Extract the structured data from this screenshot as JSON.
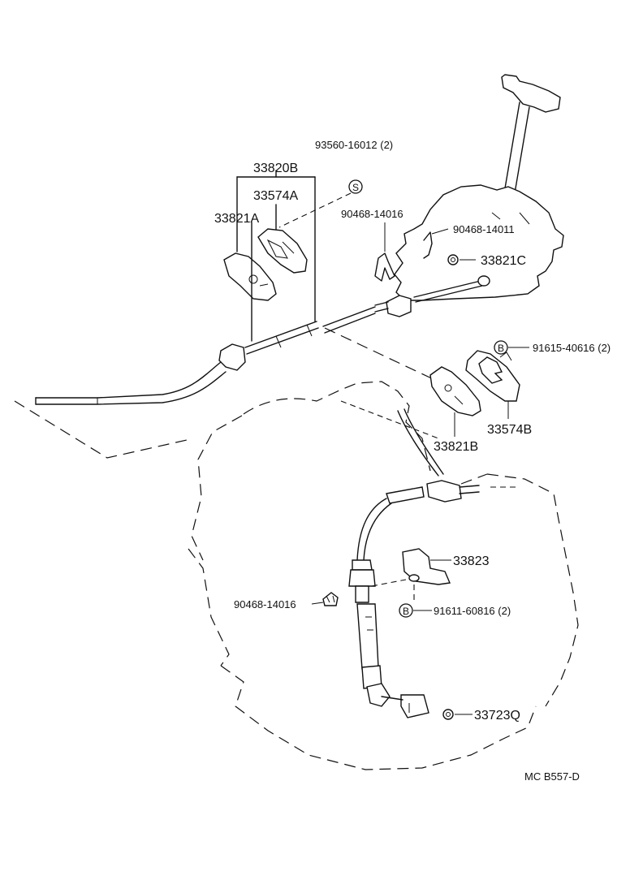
{
  "labels": {
    "p93560": "93560-16012 (2)",
    "p33820B": "33820B",
    "p33574A": "33574A",
    "p33821A": "33821A",
    "p90468a": "90468-14016",
    "p90468b": "90468-14011",
    "p33821C": "33821C",
    "p91615": "91615-40616 (2)",
    "p33574B": "33574B",
    "p33821B": "33821B",
    "p33823": "33823",
    "p90468c": "90468-14016",
    "p91611": "91611-60816 (2)",
    "p33723Q": "33723Q",
    "code_s": "S",
    "code_b1": "B",
    "code_b2": "B",
    "drawing_code": "MC  B557-D"
  }
}
